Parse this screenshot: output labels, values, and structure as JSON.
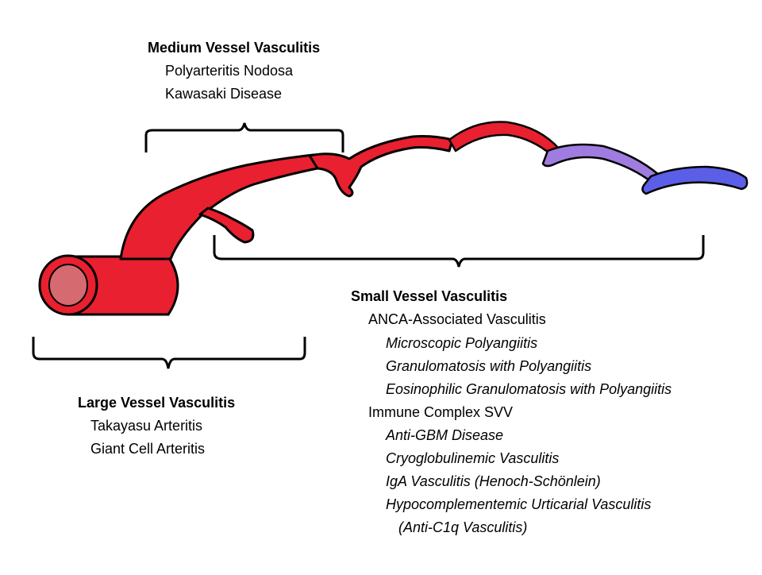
{
  "colors": {
    "artery_red": "#e8202f",
    "outline": "#000000",
    "lumen_pink": "#d56a70",
    "lumen_dark": "#7a2b30",
    "small_violet": "#a07ce0",
    "small_blue": "#5b5ee6"
  },
  "medium": {
    "title": "Medium Vessel Vasculitis",
    "items": [
      "Polyarteritis Nodosa",
      "Kawasaki Disease"
    ]
  },
  "large": {
    "title": "Large Vessel Vasculitis",
    "items": [
      "Takayasu Arteritis",
      "Giant Cell Arteritis"
    ]
  },
  "small": {
    "title": "Small Vessel Vasculitis",
    "groups": [
      {
        "label": "ANCA-Associated Vasculitis",
        "items": [
          "Microscopic Polyangiitis",
          "Granulomatosis with Polyangiitis",
          "Eosinophilic Granulomatosis with Polyangiitis"
        ]
      },
      {
        "label": "Immune Complex SVV",
        "items": [
          "Anti-GBM Disease",
          "Cryoglobulinemic Vasculitis",
          "IgA Vasculitis (Henoch-Schönlein)",
          "Hypocomplementemic Urticarial Vasculitis",
          "(Anti-C1q Vasculitis)"
        ]
      }
    ]
  }
}
